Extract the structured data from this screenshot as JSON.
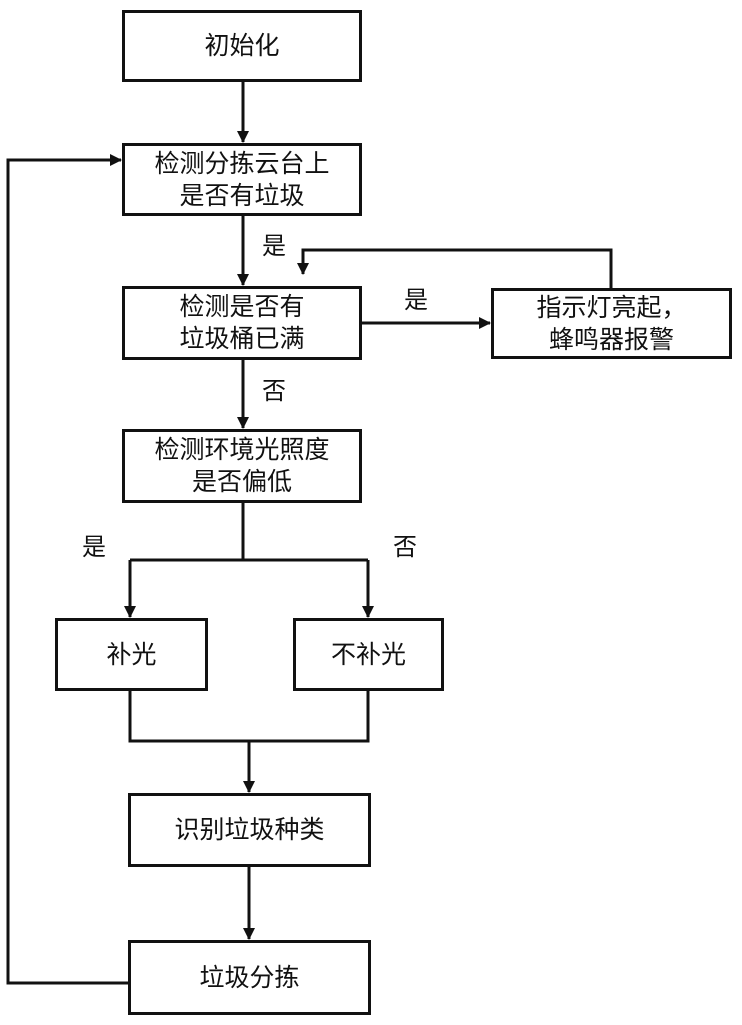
{
  "nodes": {
    "init": "初始化",
    "detect_trash": "检测分拣云台上\n是否有垃圾",
    "bin_full": "检测是否有\n垃圾桶已满",
    "alarm": "指示灯亮起，\n蜂鸣器报警",
    "light_low": "检测环境光照度\n是否偏低",
    "fill_light": "补光",
    "no_fill_light": "不补光",
    "identify": "识别垃圾种类",
    "sort": "垃圾分拣"
  },
  "edge_labels": {
    "trash_yes": "是",
    "full_yes": "是",
    "full_no": "否",
    "light_yes": "是",
    "light_no": "否"
  }
}
